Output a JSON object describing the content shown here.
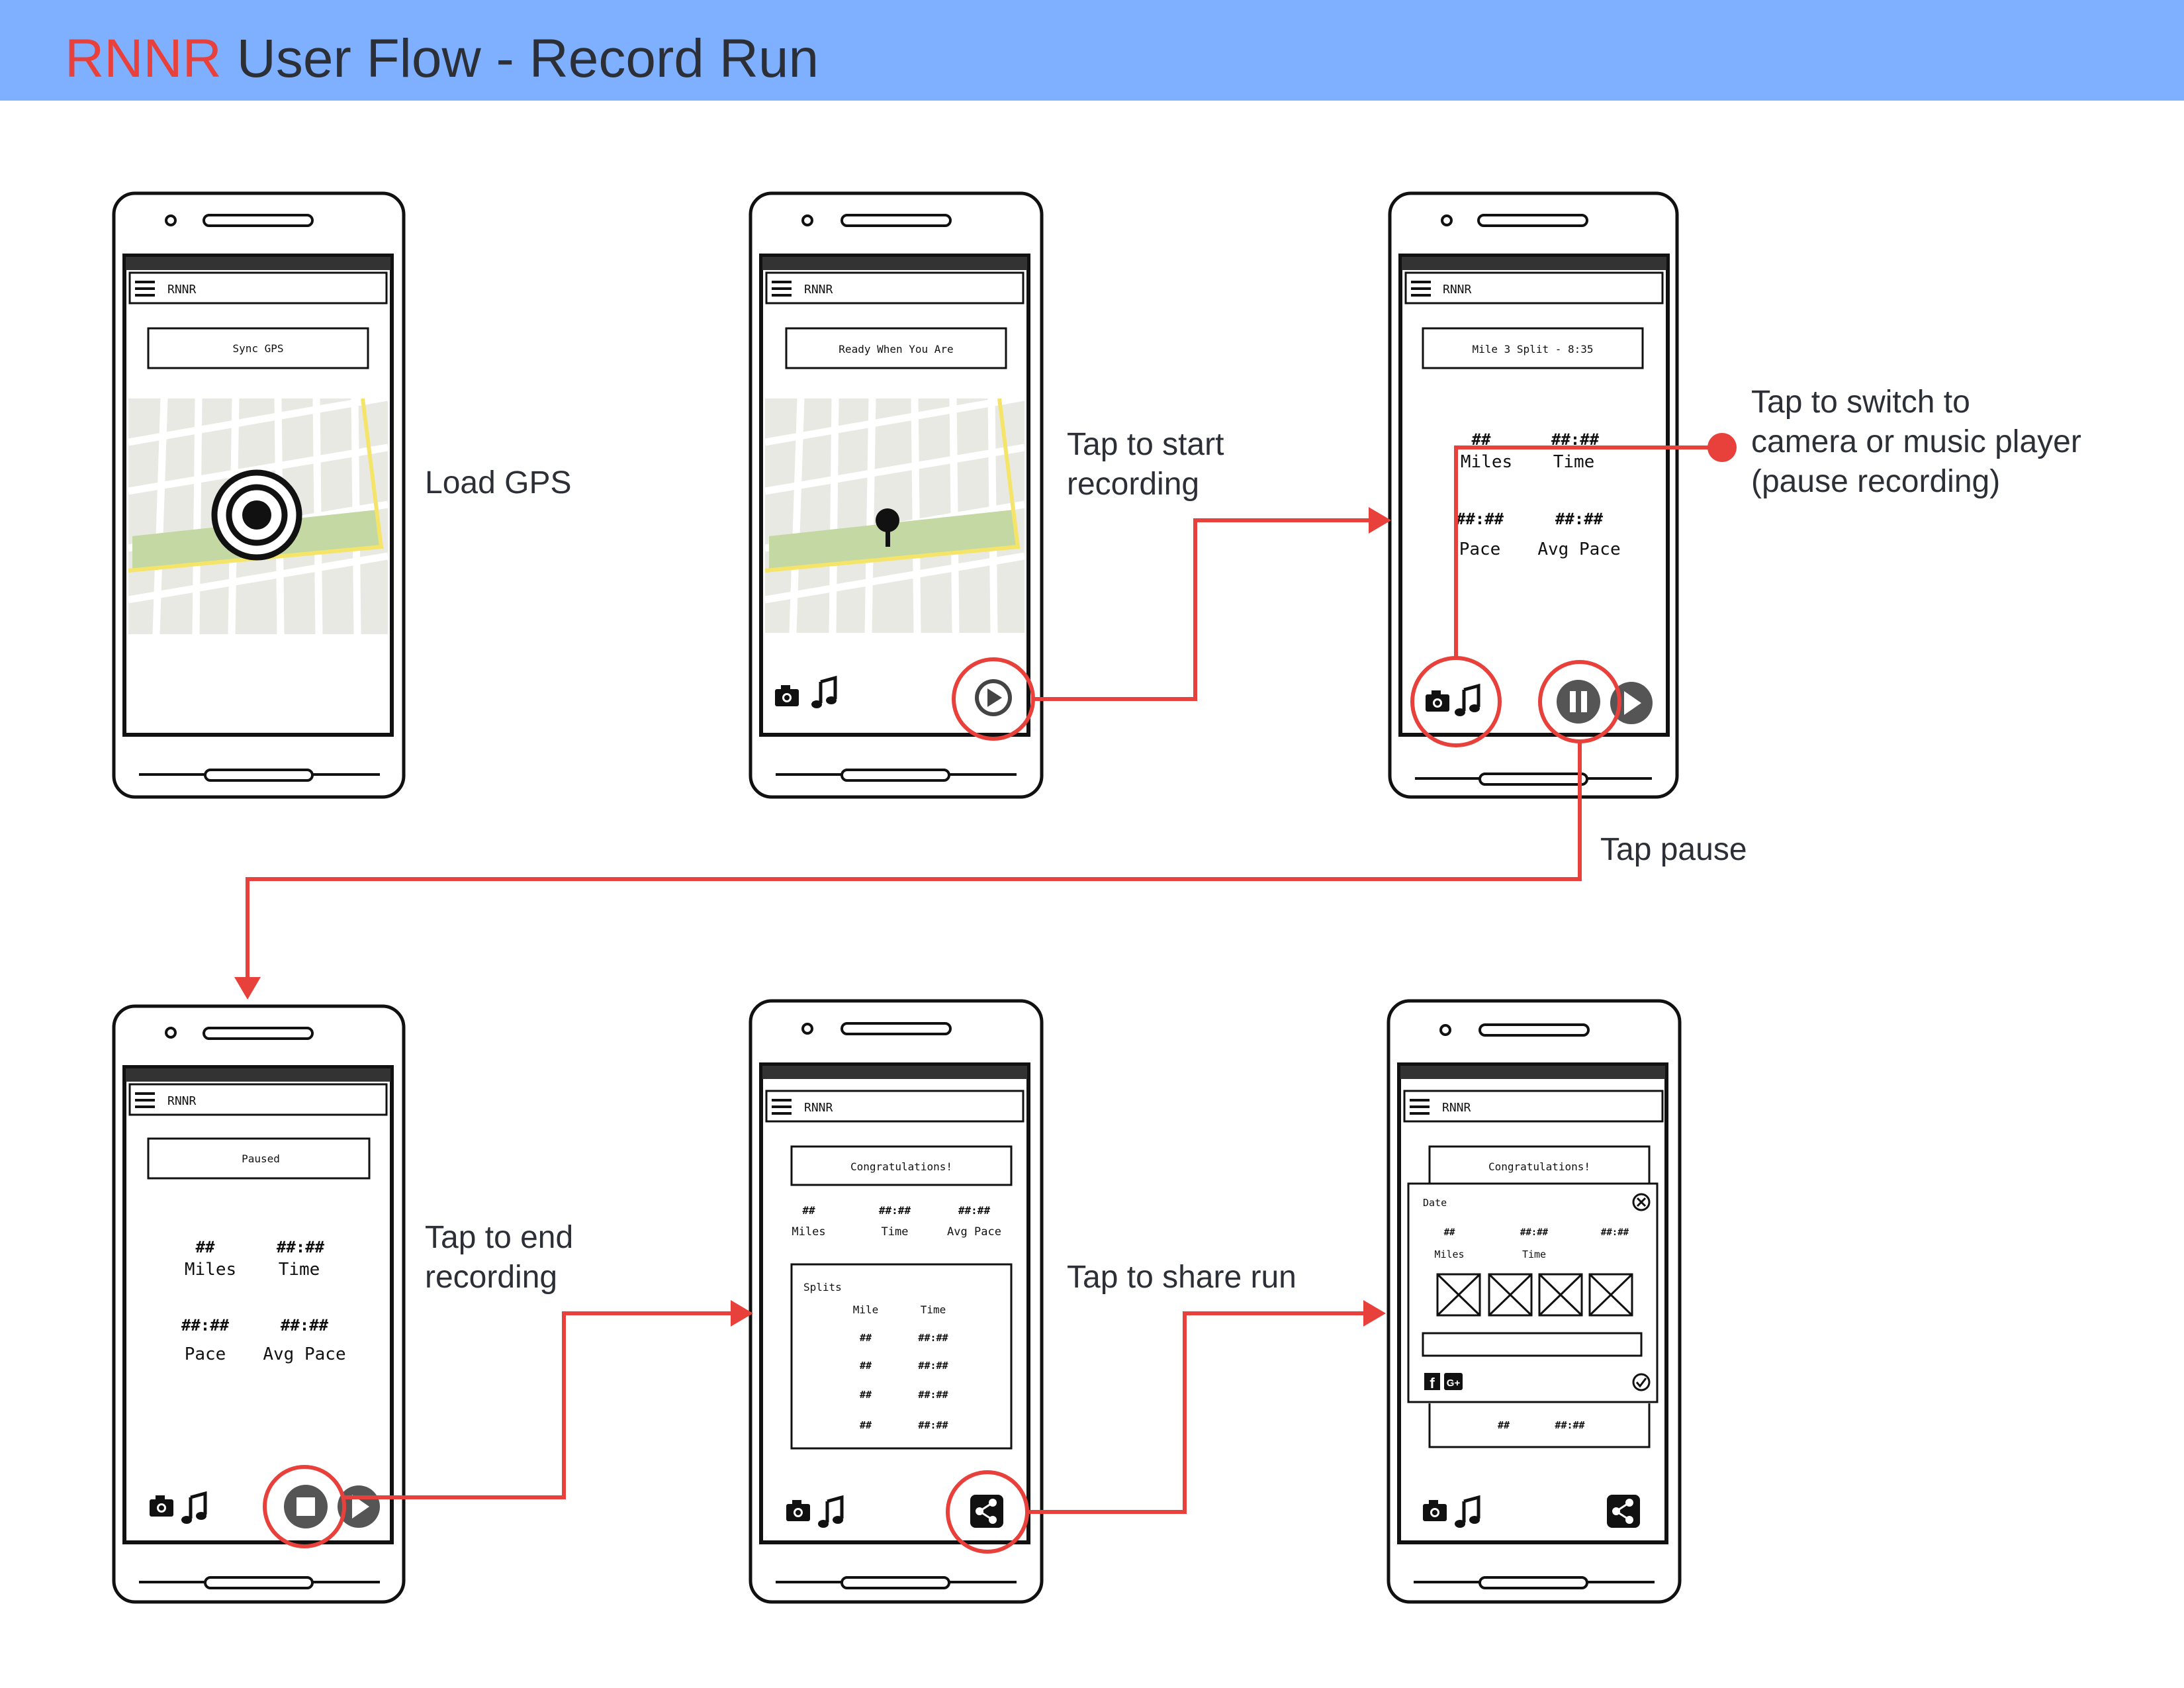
{
  "header": {
    "brand": "RNNR",
    "title_rest": " User Flow - Record Run",
    "bg_color": "#7fb0ff",
    "brand_color": "#e8403a"
  },
  "annotations": {
    "load_gps": "Load GPS",
    "start": "Tap to start\nrecording",
    "switch": "Tap to switch to\ncamera or music player\n(pause recording)",
    "pause": "Tap pause",
    "end": "Tap to end\nrecording",
    "share": "Tap to share run"
  },
  "app_name": "RNNR",
  "screens": {
    "s1": {
      "banner": "Sync GPS"
    },
    "s2": {
      "banner": "Ready When You Are"
    },
    "s3": {
      "banner": "Mile 3 Split - 8:35",
      "miles_val": "##",
      "miles": "Miles",
      "time_val": "##:##",
      "time": "Time",
      "pace_val": "##:##",
      "pace": "Pace",
      "avg_val": "##:##",
      "avg": "Avg Pace"
    },
    "s4": {
      "banner": "Paused",
      "miles_val": "##",
      "miles": "Miles",
      "time_val": "##:##",
      "time": "Time",
      "pace_val": "##:##",
      "pace": "Pace",
      "avg_val": "##:##",
      "avg": "Avg Pace"
    },
    "s5": {
      "banner": "Congratulations!",
      "miles_val": "##",
      "miles": "Miles",
      "time_val": "##:##",
      "time": "Time",
      "avg_val": "##:##",
      "avg": "Avg Pace",
      "splits_title": "Splits",
      "col_mile": "Mile",
      "col_time": "Time",
      "rows": [
        [
          "##",
          "##:##"
        ],
        [
          "##",
          "##:##"
        ],
        [
          "##",
          "##:##"
        ],
        [
          "##",
          "##:##"
        ]
      ]
    },
    "s6": {
      "banner": "Congratulations!",
      "dialog_title": "Date",
      "v1": "##",
      "v2": "##:##",
      "v3": "##:##",
      "miles": "Miles",
      "time": "Time",
      "bottom_v1": "##",
      "bottom_v2": "##:##",
      "social": [
        "facebook-icon",
        "google-plus-icon"
      ]
    }
  },
  "colors": {
    "highlight": "#e8403a",
    "map_bg": "#ececE6",
    "park": "#c3d8a3",
    "road_yellow": "#f4e56a"
  }
}
